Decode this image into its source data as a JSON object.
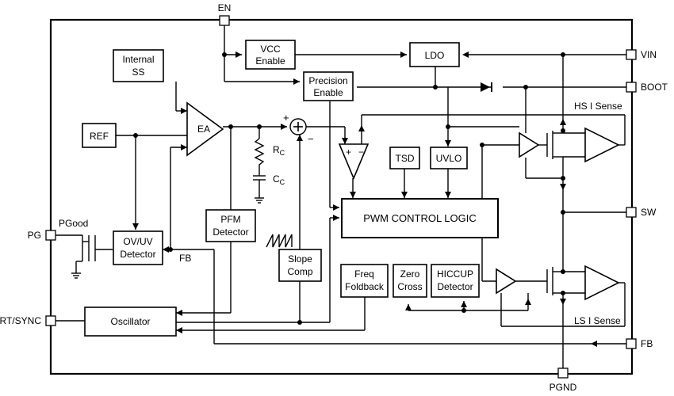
{
  "pins": {
    "en": "EN",
    "vin": "VIN",
    "boot": "BOOT",
    "sw": "SW",
    "fb_right": "FB",
    "pgnd": "PGND",
    "pg": "PG",
    "rt_sync": "RT/SYNC"
  },
  "blocks": {
    "internal_ss": [
      "Internal",
      "SS"
    ],
    "ref": "REF",
    "ea": "EA",
    "vcc_enable": [
      "VCC",
      "Enable"
    ],
    "ldo": "LDO",
    "precision_enable": [
      "Precision",
      "Enable"
    ],
    "tsd": "TSD",
    "uvlo": "UVLO",
    "pwm_control_logic": "PWM CONTROL LOGIC",
    "pfm_detector": [
      "PFM",
      "Detector"
    ],
    "ovuv_detector": [
      "OV/UV",
      "Detector"
    ],
    "slope_comp": [
      "Slope",
      "Comp"
    ],
    "freq_foldback": [
      "Freq",
      "Foldback"
    ],
    "zero_cross": [
      "Zero",
      "Cross"
    ],
    "hiccup_detector": [
      "HICCUP",
      "Detector"
    ],
    "oscillator": "Oscillator"
  },
  "labels": {
    "pgood": "PGood",
    "fb_internal": "FB",
    "hs_i_sense": "HS I Sense",
    "ls_i_sense": "LS I Sense",
    "rc_main": "R",
    "rc_sub": "C",
    "cc_main": "C",
    "cc_sub": "C",
    "plus": "+",
    "minus": "−",
    "amp_plus": "+",
    "amp_minus": "−"
  }
}
